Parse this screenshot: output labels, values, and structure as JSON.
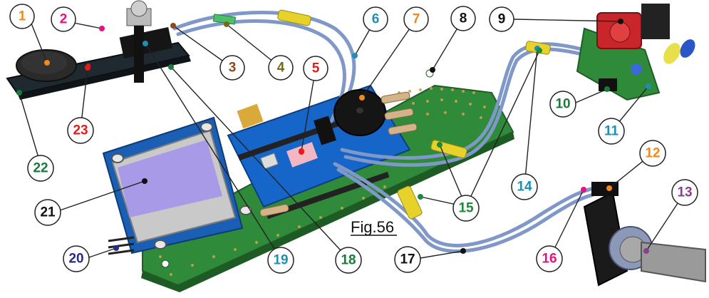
{
  "caption": "Fig.56",
  "callouts": [
    {
      "label": "1",
      "color": "#f08a1c"
    },
    {
      "label": "2",
      "color": "#e0157f"
    },
    {
      "label": "3",
      "color": "#8a4a1c"
    },
    {
      "label": "4",
      "color": "#7a6a14"
    },
    {
      "label": "5",
      "color": "#e31c1c"
    },
    {
      "label": "6",
      "color": "#1d8fb2"
    },
    {
      "label": "7",
      "color": "#f08a1c"
    },
    {
      "label": "8",
      "color": "#111111"
    },
    {
      "label": "9",
      "color": "#111111"
    },
    {
      "label": "10",
      "color": "#1a7a3a"
    },
    {
      "label": "11",
      "color": "#1d8fb2"
    },
    {
      "label": "12",
      "color": "#f08a1c"
    },
    {
      "label": "13",
      "color": "#8a3f8a"
    },
    {
      "label": "14",
      "color": "#1d8fb2"
    },
    {
      "label": "15",
      "color": "#1a8a3a"
    },
    {
      "label": "16",
      "color": "#e0157f"
    },
    {
      "label": "17",
      "color": "#111111"
    },
    {
      "label": "18",
      "color": "#1a7a3a"
    },
    {
      "label": "19",
      "color": "#1d8fb2"
    },
    {
      "label": "20",
      "color": "#2a2a8a"
    },
    {
      "label": "21",
      "color": "#111111"
    },
    {
      "label": "22",
      "color": "#1a7a3a"
    },
    {
      "label": "23",
      "color": "#e31c1c"
    }
  ]
}
